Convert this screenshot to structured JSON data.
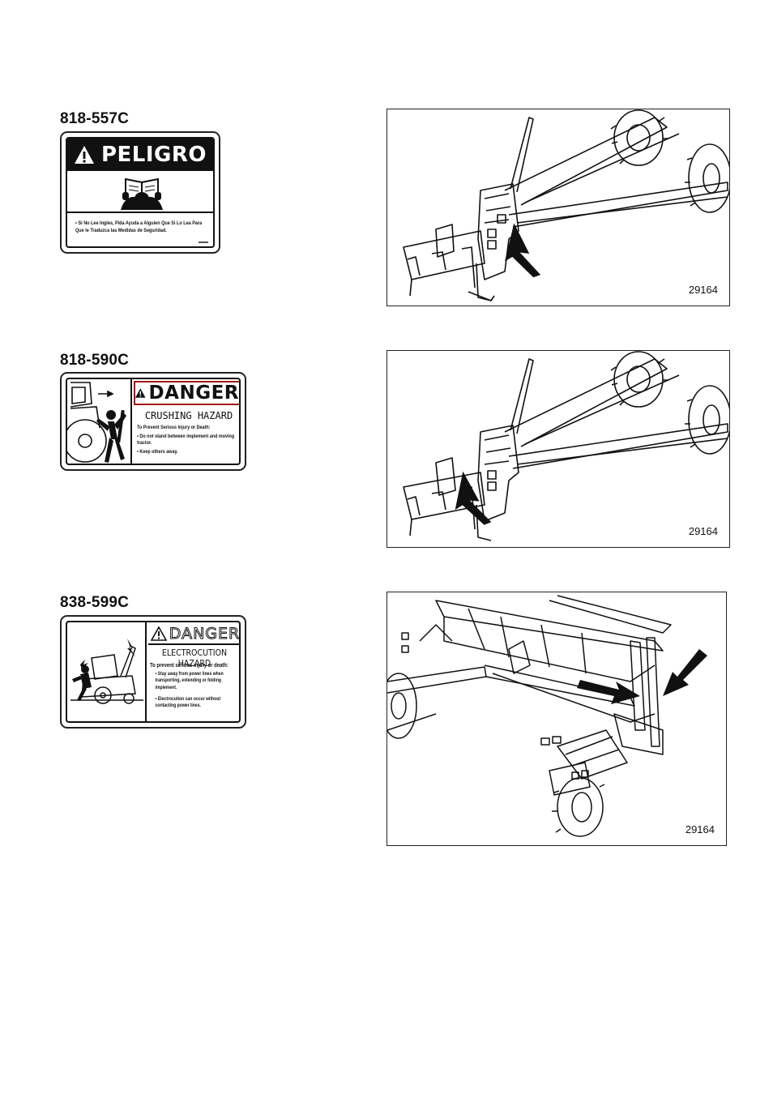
{
  "labels": [
    {
      "part_number": "818-557C",
      "signal_word": "PELIGRO",
      "message": "Si No Lee Ingles, Pida Ayuda a Alguien Que Si Lo Lea Para Que le Traduzca las Medidas de Seguridad.",
      "icon": "person-reading-manual-icon",
      "figure_number": "29164"
    },
    {
      "part_number": "818-590C",
      "signal_word": "DANGER",
      "hazard": "CRUSHING HAZARD",
      "intro": "To Prevent Serious Injury or Death:",
      "bullets": [
        "Do not stand between implement and moving tractor.",
        "Keep others away."
      ],
      "icon": "crushing-hazard-icon",
      "figure_number": "29164"
    },
    {
      "part_number": "838-599C",
      "signal_word": "DANGER",
      "hazard": "ELECTROCUTION HAZARD",
      "intro": "To prevent serious injury or death:",
      "bullets": [
        "Stay away from power lines when transporting, extending or folding implement.",
        "Electrocution can occur without contacting power lines."
      ],
      "icon": "electrocution-hazard-icon",
      "figure_number": "29164"
    }
  ],
  "colors": {
    "danger_red": "#a4161a",
    "ink": "#111111"
  }
}
